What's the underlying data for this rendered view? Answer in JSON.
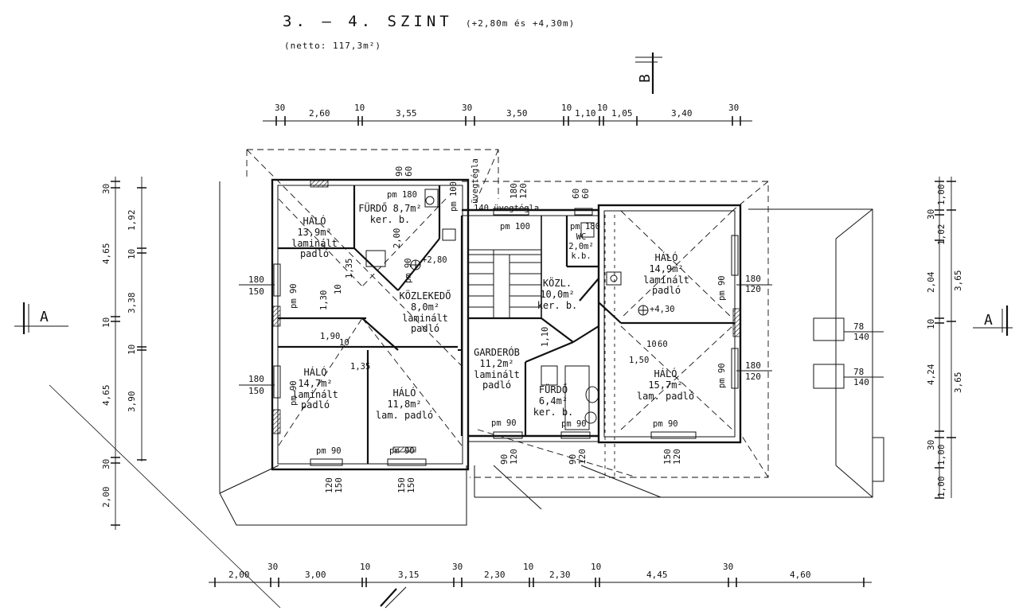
{
  "heading": {
    "title": "3. — 4. SZINT",
    "levels": "(+2,80m és +4,30m)",
    "net_area": "(netto: 117,3m²)"
  },
  "section_marks": {
    "a_left": "A",
    "a_right": "A",
    "b_top": "B"
  },
  "rooms": [
    {
      "name": "HÁLÓ",
      "area": "13,9m²",
      "floor": "laminált padló"
    },
    {
      "name": "FÜRDŐ",
      "area": "8,7m²",
      "floor": "ker. b."
    },
    {
      "name": "KÖZLEKEDŐ",
      "area": "8,0m²",
      "floor": "laminált padló"
    },
    {
      "name": "HÁLÓ",
      "area": "14,7m²",
      "floor": "laminált padló"
    },
    {
      "name": "HÁLÓ",
      "area": "11,8m²",
      "floor": "lam. padló"
    },
    {
      "name": "GARDERÓB",
      "area": "11,2m²",
      "floor": "laminált padló"
    },
    {
      "name": "KÖZL.",
      "area": "10,0m²",
      "floor": "ker. b."
    },
    {
      "name": "WC",
      "area": "2,0m²",
      "floor": "k.b."
    },
    {
      "name": "FÜRDŐ",
      "area": "6,4m²",
      "floor": "ker. b."
    },
    {
      "name": "HÁLÓ",
      "area": "14,9m²",
      "floor": "laminált padló"
    },
    {
      "name": "HÁLÓ",
      "area": "15,7m²",
      "floor": "lam. padló"
    }
  ],
  "levels_marks": {
    "left": "+2,80",
    "right": "+4,30"
  },
  "openings": {
    "pm180_fu": "pm 180",
    "pm100_fu": "pm 100",
    "uvegtegla_a": "üvegtégla",
    "u140": "140 üvegtégla",
    "pm100_st": "pm 100",
    "pm180_wc": "pm 180",
    "pm90_a": "pm 90",
    "pm90_b": "pm 90",
    "pm90_c": "pm 90",
    "pm90_d": "pm 90",
    "pm90_e": "pm 90",
    "pm90_f": "pm 90",
    "pm90_g": "pm 90",
    "pm90_h": "pm 90",
    "pm90_i": "pm 90",
    "pm90_j": "pm 90"
  },
  "windows": {
    "w1_top": "180",
    "w1_bot": "150",
    "w2_top": "180",
    "w2_bot": "150",
    "w3_top": "180",
    "w3_bot": "120",
    "w4_top": "180",
    "w4_bot": "120",
    "w5_top": "78",
    "w5_bot": "140",
    "w6_top": "78",
    "w6_bot": "140",
    "v1a": "120",
    "v1b": "150",
    "v2a": "150",
    "v2b": "150",
    "v3a": "90",
    "v3b": "120",
    "v4a": "90",
    "v4b": "120",
    "v5a": "150",
    "v5b": "120",
    "t1a": "90",
    "t1b": "60",
    "t2a": "180",
    "t2b": "120",
    "t3a": "60",
    "t3b": "60"
  },
  "dims_top": [
    "30",
    "2,60",
    "10",
    "3,55",
    "30",
    "3,50",
    "10",
    "1,10",
    "10",
    "1,05",
    "3,40",
    "30"
  ],
  "dims_bottom": [
    "2,00",
    "30",
    "3,00",
    "10",
    "3,15",
    "30",
    "2,30",
    "10",
    "2,30",
    "10",
    "4,45",
    "30",
    "4,60"
  ],
  "dims_left_outer": [
    "30",
    "4,65",
    "10",
    "4,65",
    "30",
    "2,00"
  ],
  "dims_left_inner": [
    "1,92",
    "10",
    "3,38",
    "10",
    "3,90"
  ],
  "dims_right_outer": [
    "1,00",
    "30",
    "1,02",
    "2,04",
    "10",
    "4,24",
    "30",
    "1,00",
    "1,00"
  ],
  "dims_right_inner": [
    "3,65",
    "3,65"
  ],
  "interior_dims": [
    "1,35",
    "1,30",
    "10",
    "1,90",
    "10",
    "1,35",
    "2,00",
    "1,50",
    "60",
    "10",
    "1,10"
  ]
}
